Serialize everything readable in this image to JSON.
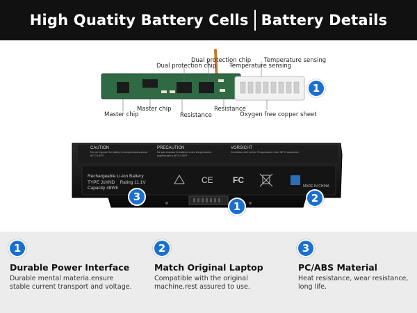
{
  "header": {
    "left_title": "High Quatity Battery Cells",
    "right_title": "Battery Details"
  },
  "pcb": {
    "labels": {
      "dual_chip_top": "Dual protection chip",
      "dual_chip_left": "Dual protection chip",
      "temp_sensing_top": "Temperature sensing",
      "temp_sensing_mid": "Temperature sensing",
      "master_chip_left": "Master chip",
      "master_chip_right": "Master chip",
      "resistance_left": "Resistance",
      "resistance_right": "Resistance",
      "copper": "Oxygen free copper sheet"
    },
    "badge": "1"
  },
  "battery": {
    "caution_title": "CAUTION",
    "caution_text": "Do not expose the battery to temperatures above 60°C/140°F",
    "precaution_title": "PRECAUTION",
    "precaution_text": "Ne pas exposer la batterie à des températures supérieures à 60°C/140°F",
    "vorsicht_title": "VORSICHT",
    "vorsicht_text": "Den Akku nicht hohen Temperaturen über 60°C aussetzen",
    "label_line1": "Rechargeable Li-ion Battery",
    "label_line2": "TYPE J1KND    Rating 11.1V",
    "label_line3": "Capacity 48Wh",
    "ce": "CE",
    "fc": "FC",
    "made_in": "MADE IN CHINA",
    "badge_left": "3",
    "badge_center": "1",
    "badge_right": "2"
  },
  "features": [
    {
      "num": "1",
      "title": "Durable Power Interface",
      "desc": "Durable mental materia.ensure stable current transport and voltage."
    },
    {
      "num": "2",
      "title": "Match Original Laptop",
      "desc": "Compatible with the original machine,rest assured to use."
    },
    {
      "num": "3",
      "title": "PC/ABS Material",
      "desc": "Heat resistance, wear resistance, long life."
    }
  ],
  "colors": {
    "header_bg": "#111111",
    "badge_blue": "#1a6fd1",
    "features_bg": "#ececec",
    "pcb_green": "#2f6a45"
  }
}
